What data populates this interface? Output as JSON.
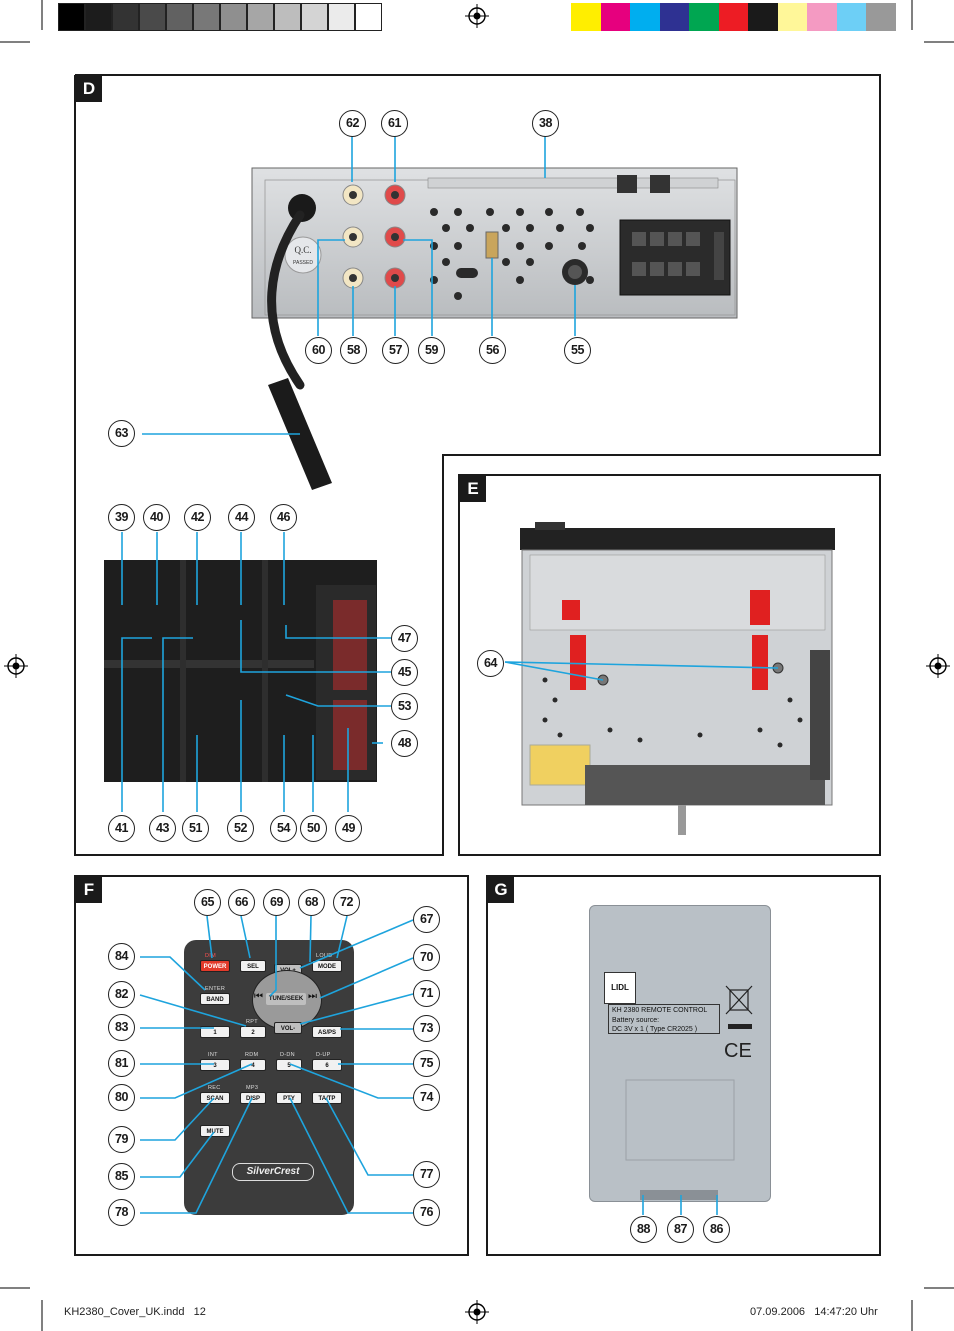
{
  "print_marks": {
    "gray_swatches": [
      "#000000",
      "#1c1c1c",
      "#333333",
      "#4a4a4a",
      "#616161",
      "#787878",
      "#8f8f8f",
      "#a6a6a6",
      "#bdbdbd",
      "#d4d4d4",
      "#ebebeb",
      "#ffffff"
    ],
    "color_swatches": [
      "#ffee00",
      "#e6007e",
      "#00aeef",
      "#2e3192",
      "#00a651",
      "#ed1c24",
      "#1a1a1a",
      "#fff799",
      "#f49ac2",
      "#6dcff6",
      "#999999"
    ]
  },
  "panels": {
    "d": {
      "tag": "D",
      "callouts": [
        "62",
        "61",
        "38",
        "60",
        "58",
        "57",
        "59",
        "56",
        "55",
        "63",
        "39",
        "40",
        "42",
        "44",
        "46",
        "47",
        "45",
        "53",
        "48",
        "41",
        "43",
        "51",
        "52",
        "54",
        "50",
        "49"
      ]
    },
    "e": {
      "tag": "E",
      "callouts": [
        "64"
      ]
    },
    "f": {
      "tag": "F",
      "callouts": [
        "65",
        "66",
        "69",
        "68",
        "72",
        "67",
        "84",
        "70",
        "82",
        "71",
        "83",
        "73",
        "81",
        "75",
        "80",
        "74",
        "79",
        "77",
        "85",
        "78",
        "76"
      ],
      "remote": {
        "labels_above": [
          "DIM",
          "LOUD",
          "ENTER",
          "RPT",
          "INT",
          "RDM",
          "D-DN",
          "D-UP",
          "REC",
          "MP3"
        ],
        "buttons": [
          "POWER",
          "SEL",
          "VOL+",
          "MODE",
          "BAND",
          "TUNE/SEEK",
          "VOL-",
          "1",
          "2",
          "AS/PS",
          "3",
          "4",
          "5",
          "6",
          "SCAN",
          "DISP",
          "PTY",
          "TA/TP",
          "MUTE"
        ],
        "brand": "SilverCrest"
      }
    },
    "g": {
      "tag": "G",
      "callouts": [
        "88",
        "87",
        "86"
      ],
      "label_lines": [
        "KH 2380 REMOTE CONTROL",
        "Battery source:",
        "DC 3V x 1 ( Type CR2025 )"
      ],
      "logo": "LIDL",
      "ce": "CE"
    }
  },
  "footer": {
    "left": "KH2380_Cover_UK.indd   12",
    "right": "07.09.2006   14:47:20 Uhr"
  }
}
